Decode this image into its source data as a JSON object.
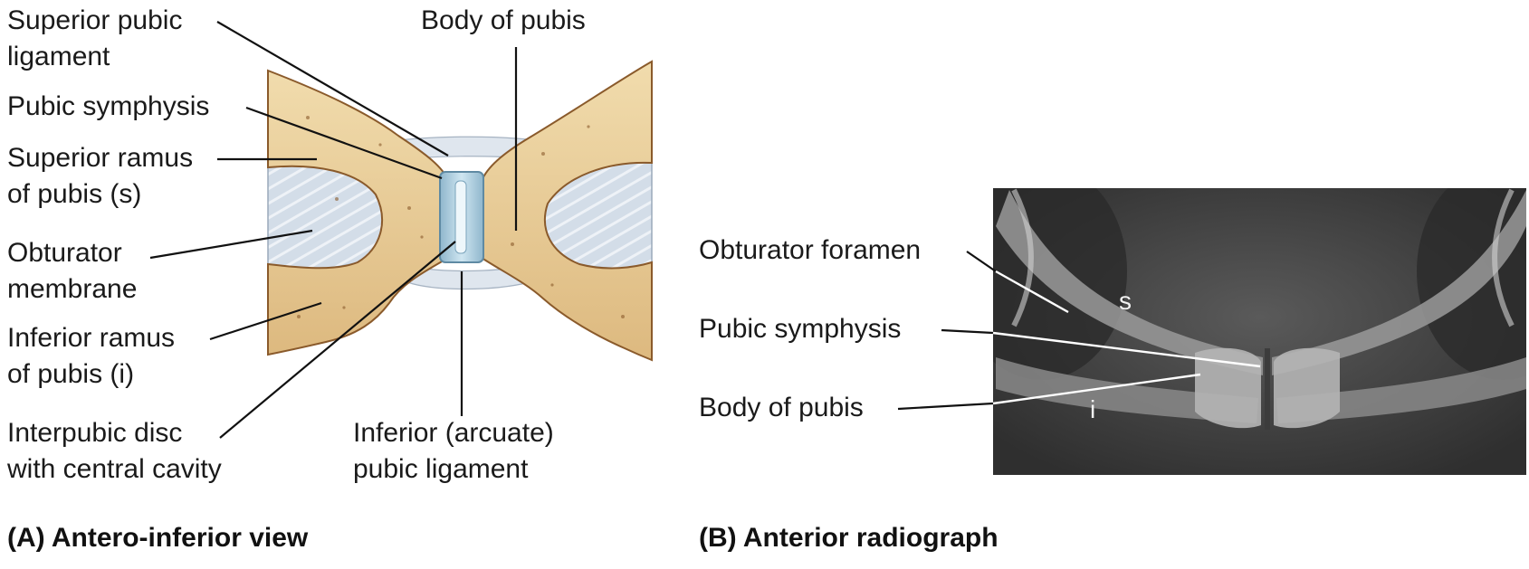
{
  "panel_a": {
    "labels": {
      "superior_pubic_ligament": [
        "Superior pubic",
        "ligament"
      ],
      "body_of_pubis": "Body of pubis",
      "pubic_symphysis": "Pubic symphysis",
      "superior_ramus": [
        "Superior ramus",
        "of pubis (s)"
      ],
      "obturator_membrane": [
        "Obturator",
        "membrane"
      ],
      "inferior_ramus": [
        "Inferior ramus",
        "of pubis (i)"
      ],
      "interpubic_disc": [
        "Interpubic disc",
        "with central cavity"
      ],
      "inferior_ligament": [
        "Inferior (arcuate)",
        "pubic ligament"
      ]
    },
    "caption": "(A) Antero-inferior view"
  },
  "panel_b": {
    "labels": {
      "obturator_foramen": "Obturator foramen",
      "pubic_symphysis": "Pubic symphysis",
      "body_of_pubis": "Body of pubis",
      "superior_ramus_letter": "s",
      "inferior_ramus_letter": "i"
    },
    "caption": "(B) Anterior radiograph"
  },
  "colors": {
    "bone": "#e9cf9c",
    "bone_outline": "#8a5a2b",
    "membrane": "#cdd8e4",
    "disc": "#b7d6e6",
    "xray_bg": "#4a4a4a"
  }
}
